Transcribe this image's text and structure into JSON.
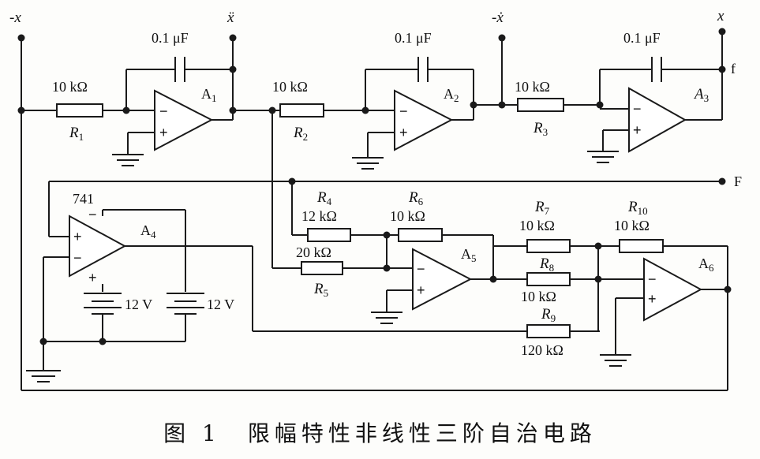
{
  "caption": "图 1　限幅特性非线性三阶自治电路",
  "terminals": {
    "neg_xddd": "-x⃛",
    "xdd": "ẍ",
    "neg_xd": "-ẋ",
    "x": "x",
    "f": "f",
    "F": "F"
  },
  "capacitors": {
    "c1": "0.1 μF",
    "c2": "0.1 μF",
    "c3": "0.1 μF"
  },
  "opamps": {
    "a1": "A",
    "a1_sub": "1",
    "a2": "A",
    "a2_sub": "2",
    "a3": "A",
    "a3_sub": "3",
    "a4": "A",
    "a4_sub": "4",
    "a5": "A",
    "a5_sub": "5",
    "a6": "A",
    "a6_sub": "6",
    "a4_model": "741"
  },
  "resistors": {
    "r1": {
      "name": "R",
      "sub": "1",
      "value": "10 kΩ"
    },
    "r2": {
      "name": "R",
      "sub": "2",
      "value": "10 kΩ"
    },
    "r3": {
      "name": "R",
      "sub": "3",
      "value": "10 kΩ"
    },
    "r4": {
      "name": "R",
      "sub": "4",
      "value": "12 kΩ"
    },
    "r5": {
      "name": "R",
      "sub": "5",
      "value": "20 kΩ"
    },
    "r6": {
      "name": "R",
      "sub": "6",
      "value": "10 kΩ"
    },
    "r7": {
      "name": "R",
      "sub": "7",
      "value": "10 kΩ"
    },
    "r8": {
      "name": "R",
      "sub": "8",
      "value": "10 kΩ"
    },
    "r9": {
      "name": "R",
      "sub": "9",
      "value": "120 kΩ"
    },
    "r10": {
      "name": "R",
      "sub": "10",
      "value": "10 kΩ"
    }
  },
  "batteries": {
    "b1": "12 V",
    "b2": "12 V"
  },
  "signs": {
    "plus": "+",
    "minus": "−"
  }
}
